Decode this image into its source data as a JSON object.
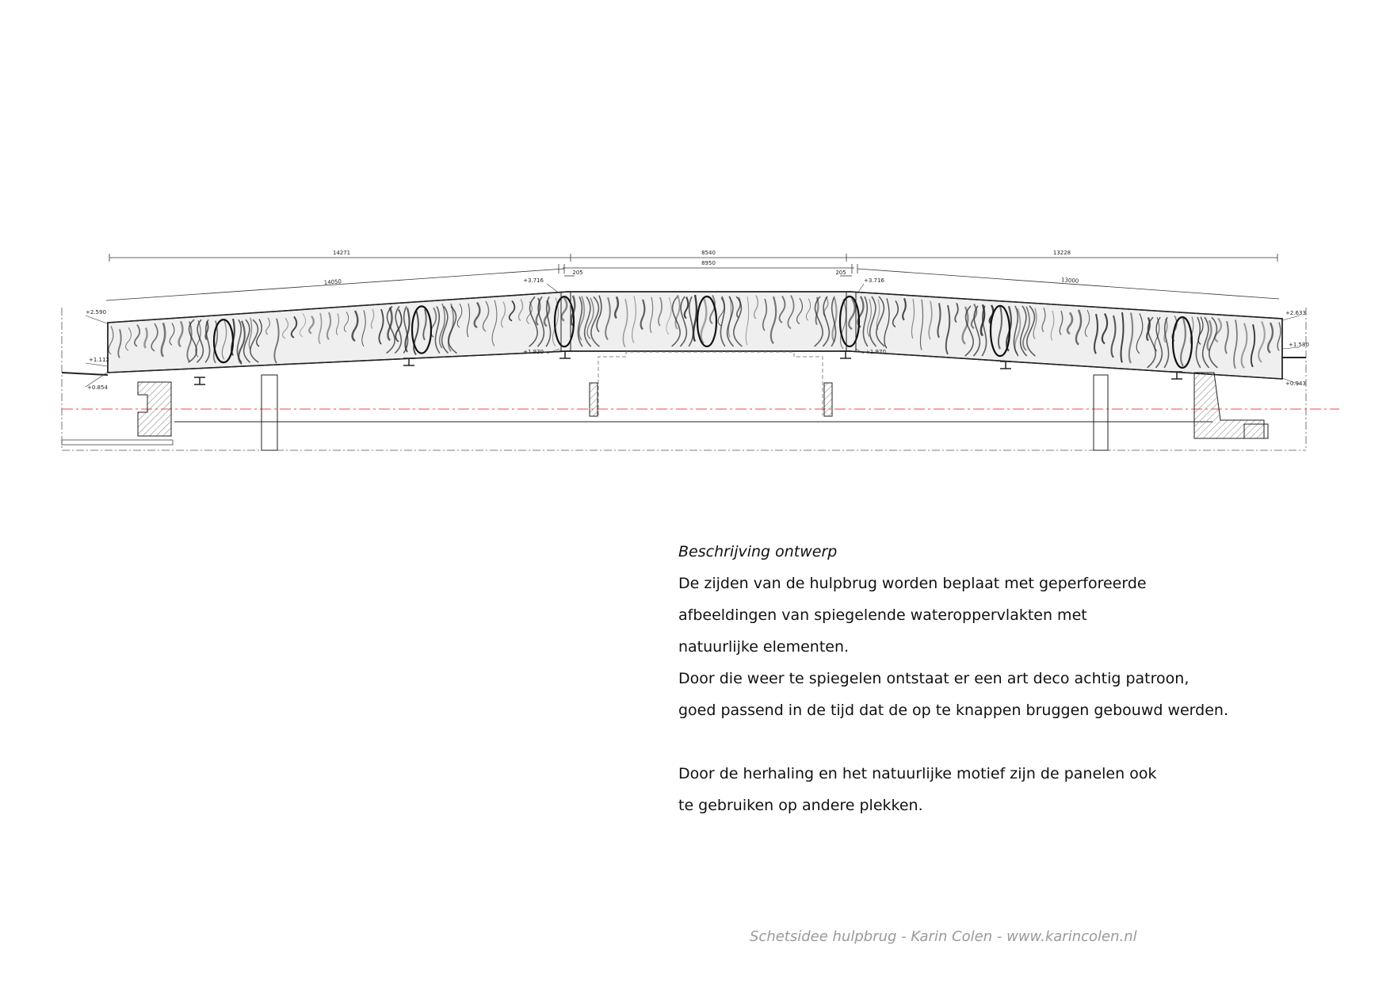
{
  "drawing": {
    "dimensions": {
      "span_left": "14271",
      "span_middle": "8540",
      "span_middle_total": "8950",
      "span_right": "13228",
      "slope_left": "14050",
      "slope_right": "13000",
      "offset_left": "205",
      "offset_right": "205"
    },
    "levels": {
      "left_top": "+2.590",
      "left_mid": "+1.112",
      "left_bottom": "+0.854",
      "center_left_top": "+3.716",
      "center_left_bottom": "+1.930",
      "center_right_top": "+3.716",
      "center_right_bottom": "+1.970",
      "right_top": "+2.633",
      "right_mid": "+1.580",
      "right_bottom": "+0.943"
    },
    "panel_motif": "perforated mirrored water-surface pattern"
  },
  "description": {
    "title": "Beschrijving ontwerp",
    "lines": [
      "De zijden van de hulpbrug worden beplaat met geperforeerde",
      "afbeeldingen van spiegelende wateroppervlakten met",
      "natuurlijke elementen.",
      "Door die weer te spiegelen ontstaat er een art deco achtig patroon,",
      "goed passend in de tijd dat de op te knappen bruggen gebouwd werden."
    ],
    "lines2": [
      "Door de herhaling en het natuurlijke motief zijn de panelen ook",
      "te gebruiken op andere plekken."
    ]
  },
  "footer": {
    "credit": "Schetsidee hulpbrug - Karin Colen - www.karincolen.nl"
  },
  "colors": {
    "line": "#222222",
    "water_axis": "#e57373",
    "footer_text": "#9a9a9a"
  }
}
